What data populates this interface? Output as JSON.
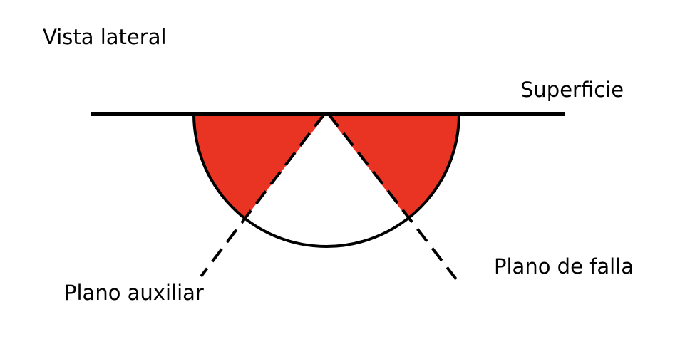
{
  "labels": {
    "title": "Vista lateral",
    "surface": "Superficie",
    "fault_plane": "Plano de falla",
    "auxiliary_plane": "Plano auxiliar"
  },
  "colors": {
    "compression_fill": "#e93323",
    "line": "#000000",
    "background": "#ffffff"
  }
}
